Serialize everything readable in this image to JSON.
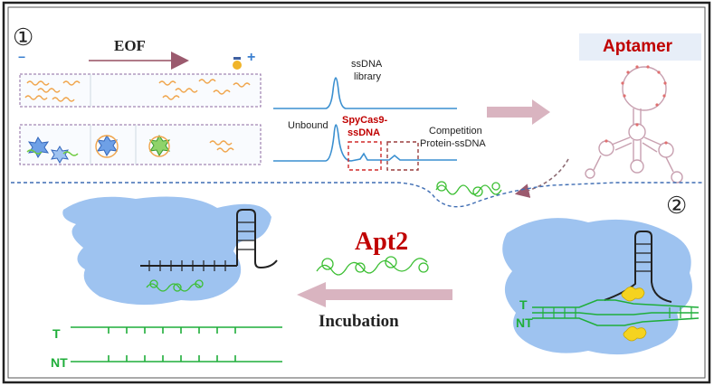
{
  "step_markers": {
    "one": "①",
    "two": "②"
  },
  "panel1": {
    "eof": "EOF",
    "minus": "−",
    "plus": "+"
  },
  "trace": {
    "ssdna_line1": "ssDNA",
    "ssdna_line2": "library",
    "unbound": "Unbound",
    "spycas_line1": "SpyCas9-",
    "spycas_line2": "ssDNA",
    "competition_line1": "Competition",
    "competition_line2": "Protein-ssDNA"
  },
  "aptamer": {
    "title": "Aptamer"
  },
  "panel2": {
    "apt2": "Apt2",
    "incubation": "Incubation",
    "t_left": "T",
    "nt_left": "NT",
    "t_right": "T",
    "nt_right": "NT"
  },
  "colors": {
    "red": "#c00000",
    "blue_line": "#3a8fd0",
    "blob": "#9ec3f0",
    "green": "#1fae3a",
    "arrow": "#d9b4c0",
    "dash": "#3f6db3"
  }
}
